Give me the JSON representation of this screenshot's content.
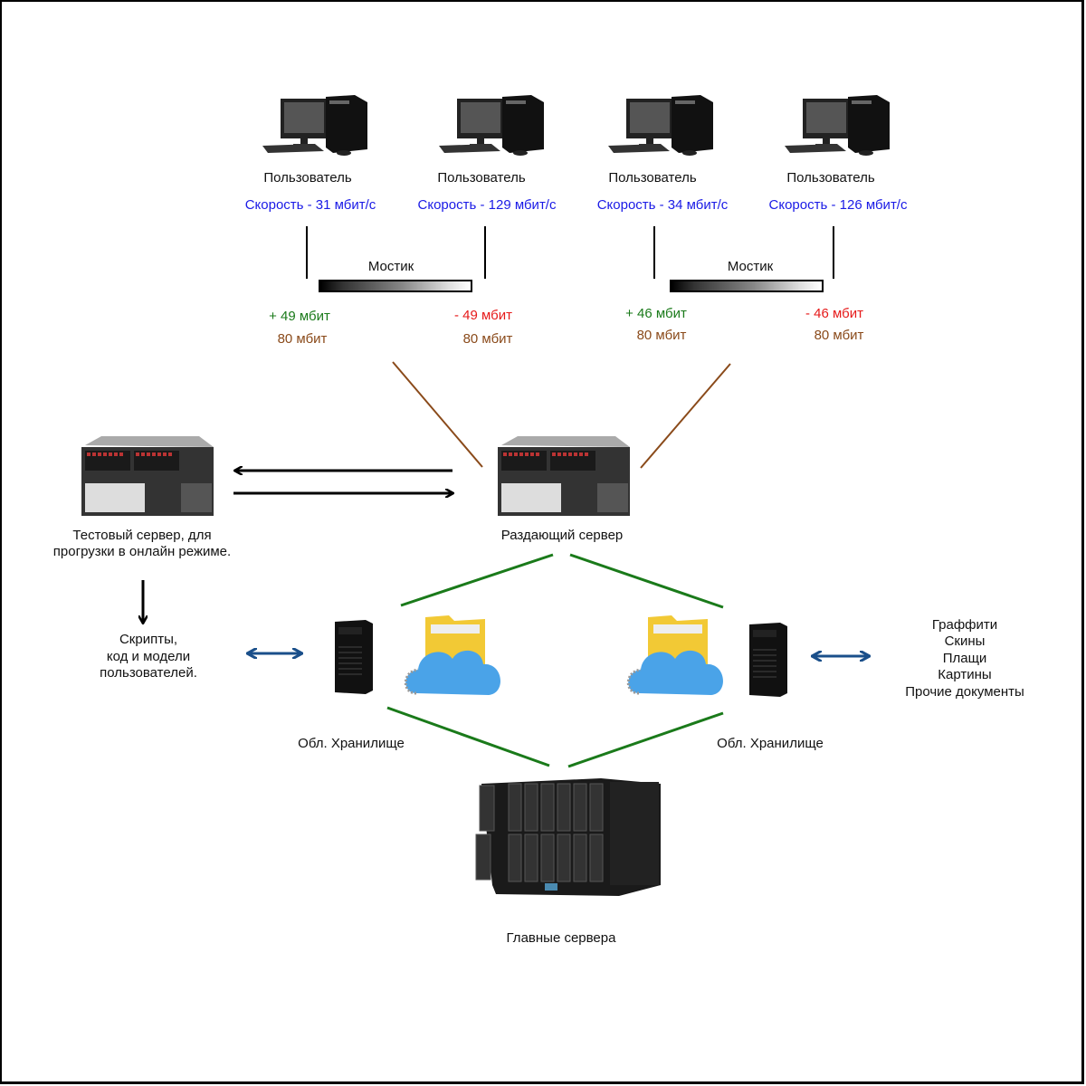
{
  "users": [
    {
      "label": "Пользователь",
      "speed": "Скорость - 31 мбит/с"
    },
    {
      "label": "Пользователь",
      "speed": "Скорость - 129 мбит/с"
    },
    {
      "label": "Пользователь",
      "speed": "Скорость - 34 мбит/с"
    },
    {
      "label": "Пользователь",
      "speed": "Скорость - 126 мбит/с"
    }
  ],
  "bridges": [
    {
      "label": "Мостик",
      "left_delta": "+ 49 мбит",
      "right_delta": "- 49 мбит",
      "left_total": "80 мбит",
      "right_total": "80 мбит"
    },
    {
      "label": "Мостик",
      "left_delta": "+ 46 мбит",
      "right_delta": "- 46 мбит",
      "left_total": "80 мбит",
      "right_total": "80 мбит"
    }
  ],
  "test_server": {
    "label_line1": "Тестовый сервер, для",
    "label_line2": "прогрузки в онлайн режиме."
  },
  "distribution_server": {
    "label": "Раздающий сервер"
  },
  "scripts_note": {
    "line1": "Скрипты,",
    "line2": "код и модели",
    "line3": "пользователей."
  },
  "storage_left": {
    "label": "Обл. Хранилище"
  },
  "storage_right": {
    "label": "Обл. Хранилище"
  },
  "content_list": [
    "Граффити",
    "Скины",
    "Плащи",
    "Картины",
    "Прочие документы"
  ],
  "main_servers": {
    "label": "Главные сервера"
  },
  "colors": {
    "speed": "#1a1ae6",
    "plus": "#1a7a1a",
    "minus": "#e61a1a",
    "total": "#8a4a1a",
    "uplink": "#8a4a1a",
    "storage_link": "#1a7a1a",
    "sync_arrow": "#1a4f8a"
  }
}
